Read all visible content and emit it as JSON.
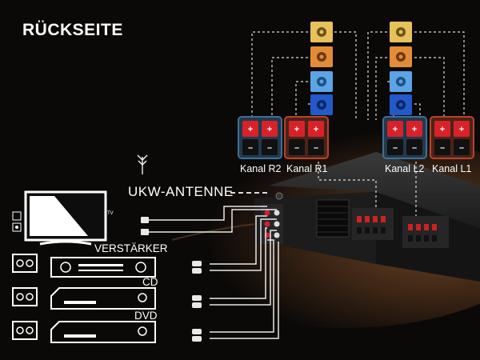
{
  "title": "RÜCKSEITE",
  "channels": [
    {
      "label": "Kanal R2"
    },
    {
      "label": "Kanal R1"
    },
    {
      "label": "Kanal L2"
    },
    {
      "label": "Kanal L1"
    }
  ],
  "terminal_signs": {
    "plus": "+",
    "minus": "–"
  },
  "antenna_label": "UKW-ANTENNE",
  "devices": {
    "amplifier": "VERSTÄRKER",
    "cd": "CD",
    "dvd": "DVD"
  },
  "tv_label": "TV",
  "colors": {
    "speaker_yellow": "#e7c15a",
    "speaker_orange": "#e38c38",
    "speaker_lightblue": "#5ba4e6",
    "speaker_blue": "#2459c9",
    "terminal_red": "#d8222a",
    "terminal_black": "#111111",
    "box_blue": "#3d6f96",
    "box_red": "#b8432b",
    "wire": "#dcdcdc"
  }
}
